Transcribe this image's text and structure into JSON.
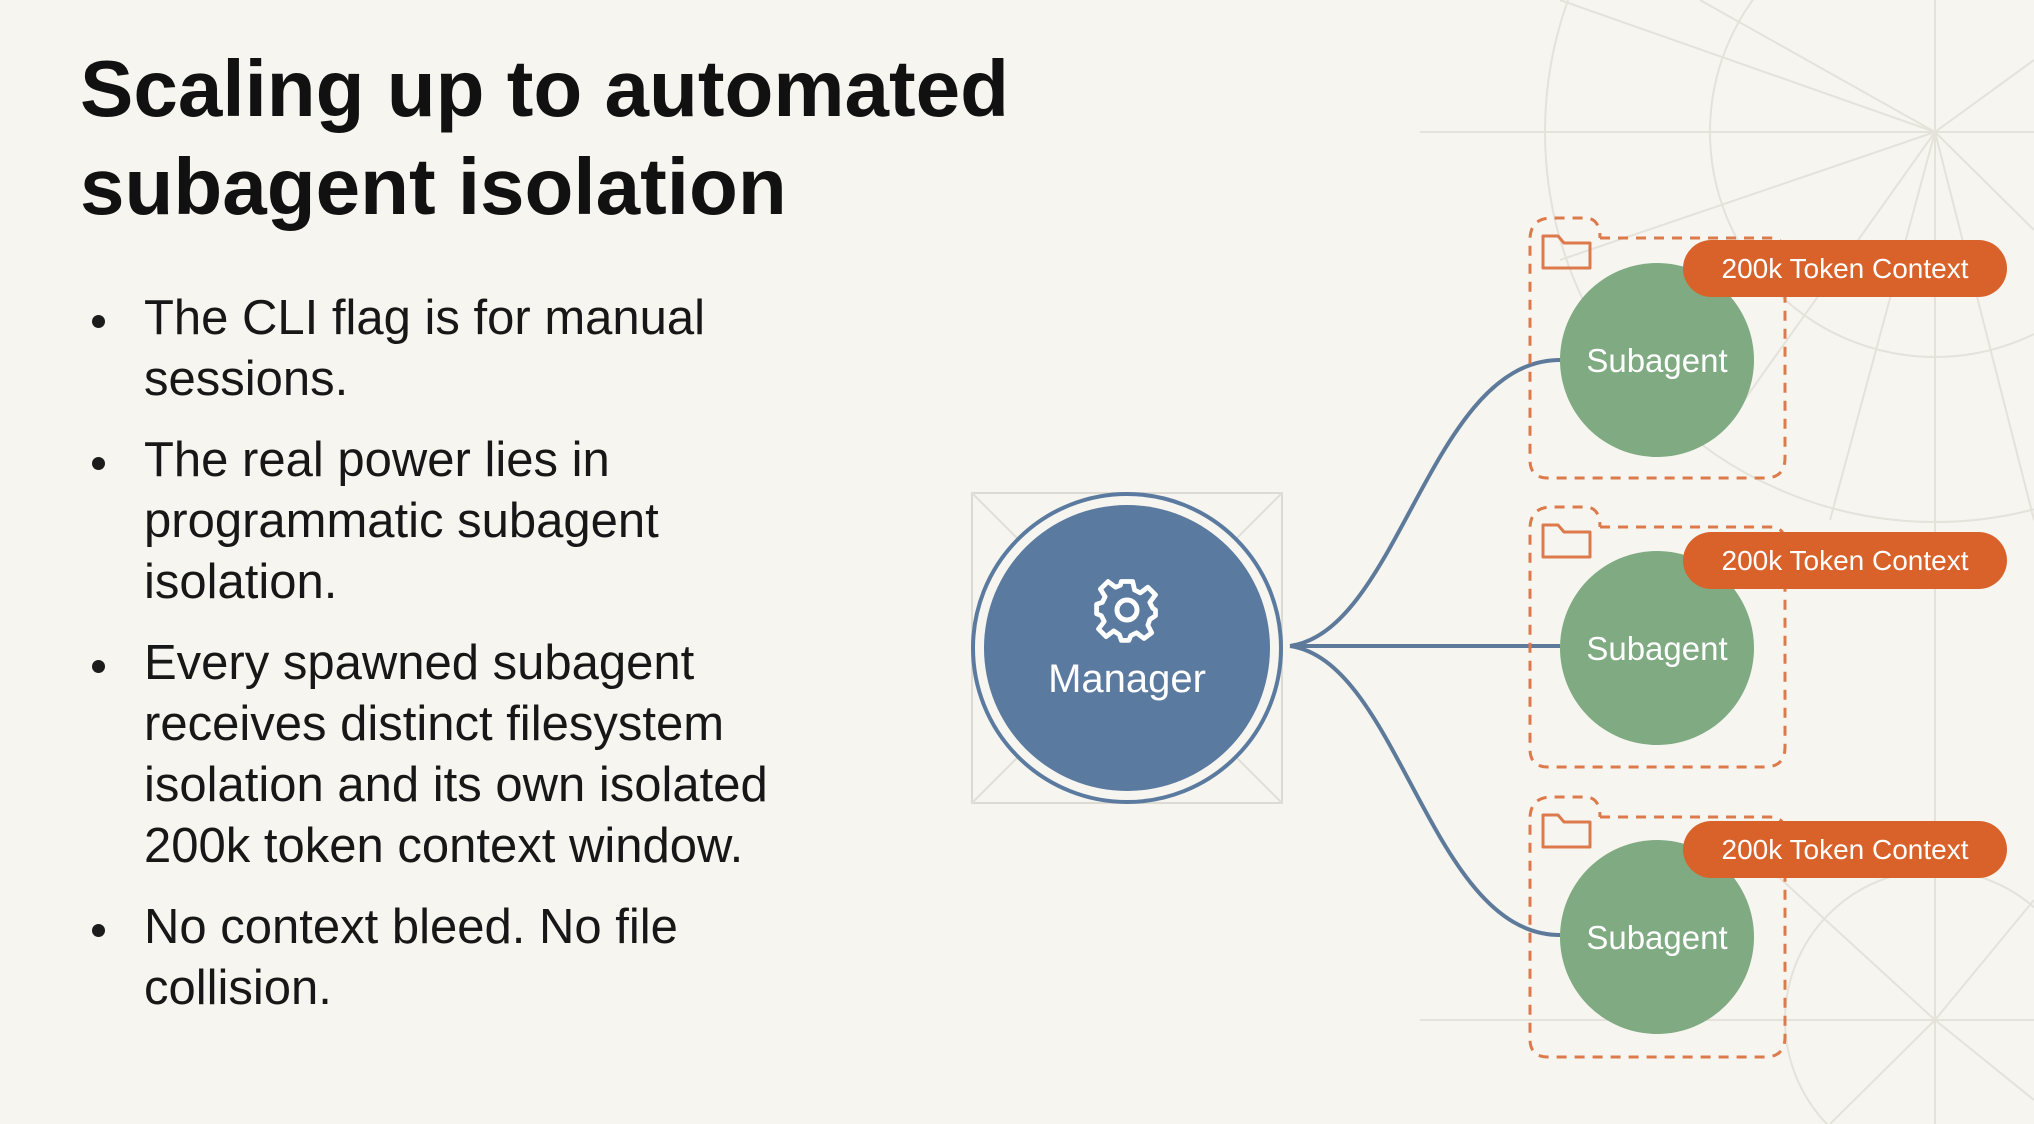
{
  "slide": {
    "title_line1": "Scaling up to automated",
    "title_line2": "subagent isolation",
    "bullets": [
      {
        "line1": "The CLI flag is for manual",
        "line2": "sessions."
      },
      {
        "line1": "The real power lies in",
        "line2": "programmatic subagent",
        "line3": "isolation."
      },
      {
        "line1": "Every spawned subagent",
        "line2": "receives distinct filesystem",
        "line3": "isolation and its own isolated",
        "line4": "200k token context window."
      },
      {
        "line1": "No context bleed. No file",
        "line2": "collision."
      }
    ]
  },
  "diagram": {
    "manager": {
      "label": "Manager",
      "icon": "gear-icon",
      "color": "#5b7aa0"
    },
    "subagents": [
      {
        "label": "Subagent",
        "badge": "200k Token Context",
        "icon": "folder-icon"
      },
      {
        "label": "Subagent",
        "badge": "200k Token Context",
        "icon": "folder-icon"
      },
      {
        "label": "Subagent",
        "badge": "200k Token Context",
        "icon": "folder-icon"
      }
    ],
    "colors": {
      "subagent": "#7faa82",
      "badge": "#d9622b",
      "connector": "#5e7a9b",
      "dashed_box": "#dd7a4c",
      "background": "#f6f5ef"
    }
  }
}
